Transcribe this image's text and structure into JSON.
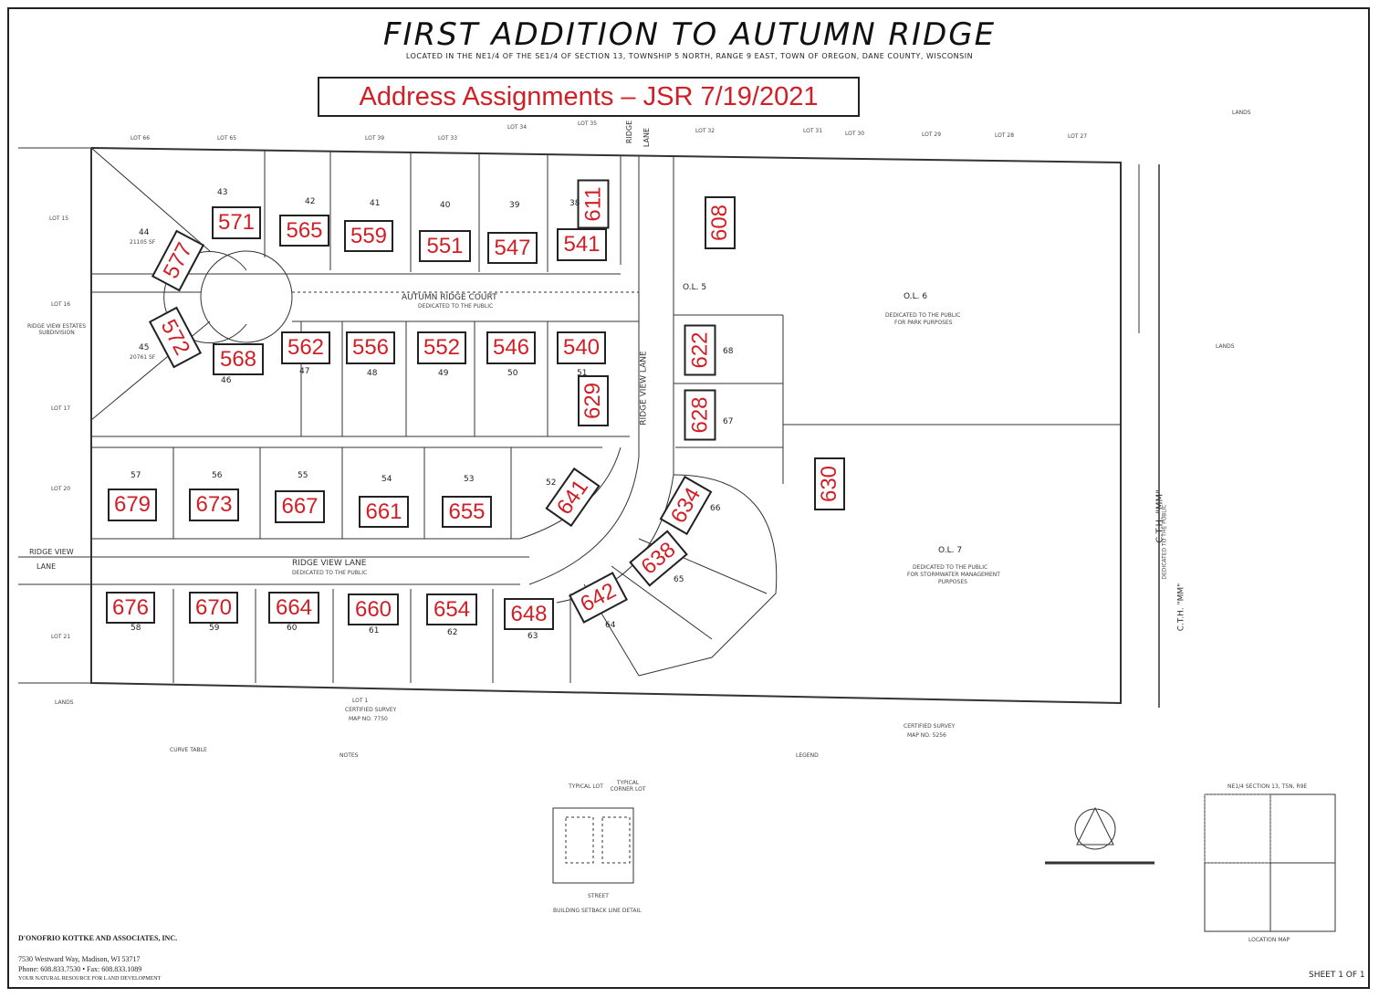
{
  "title": "FIRST ADDITION TO AUTUMN RIDGE",
  "subtitle": "LOCATED IN THE NE1/4 OF THE SE1/4 OF SECTION 13, TOWNSHIP 5 NORTH, RANGE 9 EAST, TOWN OF OREGON, DANE COUNTY, WISCONSIN",
  "banner": "Address Assignments – JSR 7/19/2021",
  "addresses": [
    "571",
    "565",
    "559",
    "551",
    "547",
    "541",
    "611",
    "608",
    "577",
    "572",
    "568",
    "562",
    "556",
    "552",
    "546",
    "540",
    "629",
    "622",
    "628",
    "630",
    "679",
    "673",
    "667",
    "661",
    "655",
    "641",
    "634",
    "638",
    "676",
    "670",
    "664",
    "660",
    "654",
    "648",
    "642"
  ],
  "streets": {
    "court": "AUTUMN RIDGE COURT",
    "court_note": "DEDICATED TO THE PUBLIC",
    "ridge_view_lane": "RIDGE VIEW LANE",
    "ridge_view_lane_note": "DEDICATED TO THE PUBLIC",
    "ridge_view_west": "RIDGE VIEW",
    "lane_west": "LANE",
    "cth": "C.T.H. \"MM\"",
    "cth_note": "DEDICATED TO THE PUBLIC",
    "ridge_top": "RIDGE",
    "lane_top": "LANE"
  },
  "lots": {
    "l43": "43",
    "l42": "42",
    "l41": "41",
    "l40": "40",
    "l39": "39",
    "l38": "38",
    "l44": "44",
    "l44sf": "21105 SF",
    "l45": "45",
    "l45sf": "20761 SF",
    "l46": "46",
    "l47": "47",
    "l48": "48",
    "l49": "49",
    "l50": "50",
    "l51": "51",
    "l52": "52",
    "l53": "53",
    "l54": "54",
    "l55": "55",
    "l56": "56",
    "l57": "57",
    "l58": "58",
    "l59": "59",
    "l60": "60",
    "l61": "61",
    "l62": "62",
    "l63": "63",
    "l64": "64",
    "l65": "65",
    "l66": "66",
    "l67": "67",
    "l68": "68",
    "ol5": "O.L. 5",
    "ol6": "O.L. 6",
    "ol6b": "DEDICATED TO THE PUBLIC",
    "ol6c": "FOR PARK PURPOSES",
    "ol7": "O.L. 7",
    "ol7b": "DEDICATED TO THE PUBLIC",
    "ol7c": "FOR STORMWATER MANAGEMENT",
    "ol7d": "PURPOSES"
  },
  "neighbors": {
    "lot15": "LOT 15",
    "lot16": "LOT 16",
    "lot17": "LOT 17",
    "lot20": "LOT 20",
    "lot21": "LOT 21",
    "lot66": "LOT 66",
    "lot65": "LOT 65",
    "lot39": "LOT 39",
    "lot33": "LOT 33",
    "lot34": "LOT 34",
    "lot35": "LOT 35",
    "lot32": "LOT 32",
    "lot31": "LOT 31",
    "lot30": "LOT 30",
    "lot29": "LOT 29",
    "lot28": "LOT 28",
    "lot27": "LOT 27",
    "lands": "LANDS",
    "ridgeview_estates": "RIDGE VIEW ESTATES SUBDIVISION",
    "csm_lot1": "LOT 1",
    "csm": "CERTIFIED SURVEY",
    "csm_no": "MAP NO. 7750",
    "csm2": "CERTIFIED SURVEY",
    "csm2_no": "MAP NO. 5256"
  },
  "tables": {
    "curve_title": "CURVE TABLE",
    "notes_title": "NOTES",
    "legend_title": "LEGEND",
    "setback_title": "BUILDING SETBACK LINE DETAIL",
    "typical_lot": "TYPICAL LOT",
    "typical_corner": "TYPICAL CORNER LOT",
    "street": "STREET",
    "location_map": "LOCATION MAP",
    "location_sub": "NE1/4 SECTION 13, T5N, R9E"
  },
  "firm": {
    "name": "D'ONOFRIO KOTTKE AND ASSOCIATES, INC.",
    "address": "7530 Westward Way, Madison, WI 53717",
    "phone": "Phone: 608.833.7530 • Fax: 608.833.1089",
    "tagline": "YOUR NATURAL RESOURCE FOR LAND DEVELOPMENT"
  },
  "sheet": "SHEET 1 OF 1",
  "colors": {
    "accent": "#d21f26",
    "ink": "#222222"
  }
}
